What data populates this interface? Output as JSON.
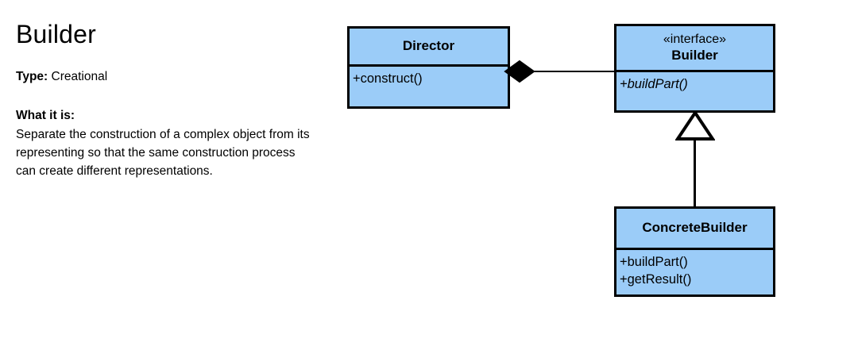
{
  "info": {
    "title": "Builder",
    "type_label": "Type:",
    "type_value": "Creational",
    "what_heading": "What it is:",
    "what_body": "Separate the construction of a complex object from its representing so that the same construction process can create different representations."
  },
  "diagram": {
    "kind": "uml-class-diagram",
    "classes": [
      {
        "id": "director",
        "stereotype": "",
        "name": "Director",
        "members": [
          "+construct()"
        ]
      },
      {
        "id": "builder",
        "stereotype": "«interface»",
        "name": "Builder",
        "members": [
          "+buildPart()"
        ]
      },
      {
        "id": "concretebuilder",
        "stereotype": "",
        "name": "ConcreteBuilder",
        "members": [
          "+buildPart()",
          "+getResult()"
        ]
      }
    ],
    "relationships": [
      {
        "id": "composition",
        "kind": "composition",
        "from": "Director",
        "to": "Builder",
        "marker": "filled-diamond"
      },
      {
        "id": "realization",
        "kind": "generalization",
        "from": "ConcreteBuilder",
        "to": "Builder",
        "marker": "hollow-triangle"
      }
    ]
  },
  "colors": {
    "class_fill": "#9BCCF8",
    "stroke": "#000000",
    "background": "#FFFFFF",
    "text": "#000000"
  }
}
